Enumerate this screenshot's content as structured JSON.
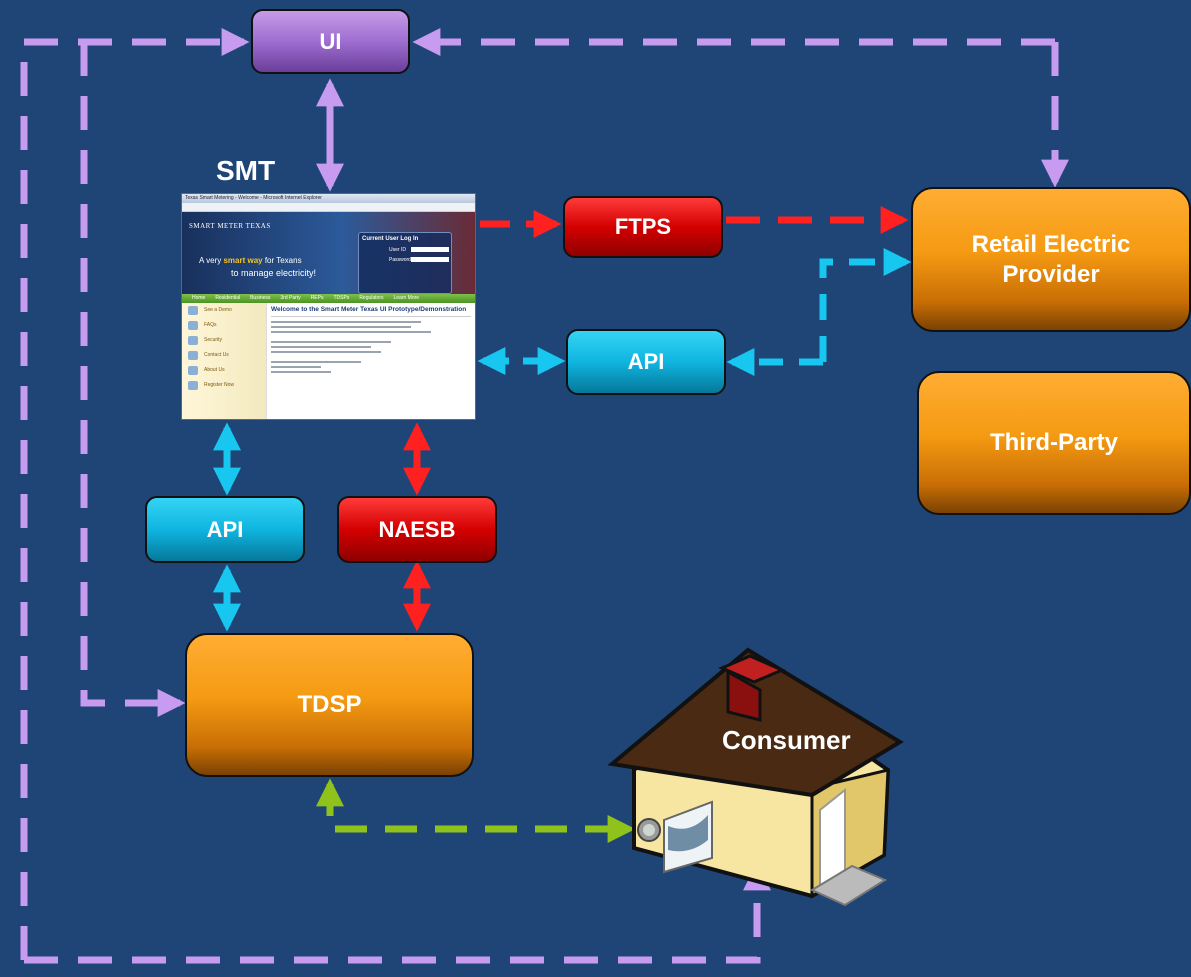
{
  "nodes": {
    "ui": "UI",
    "smt": "SMT",
    "ftps": "FTPS",
    "api_right": "API",
    "api_left": "API",
    "naesb": "NAESB",
    "rep": "Retail Electric Provider",
    "third_party": "Third-Party",
    "tdsp": "TDSP",
    "consumer": "Consumer"
  },
  "smt_screenshot": {
    "window_title": "Texas Smart Metering - Welcome - Microsoft Internet Explorer",
    "brand": "SMART METER TEXAS",
    "tagline_1": "A very ",
    "tagline_highlight": "smart way",
    "tagline_2": " for Texans",
    "tagline_3": "to manage electricity!",
    "login_title": "Current User Log In",
    "login_user": "User ID",
    "login_password": "Password",
    "nav": [
      "Home",
      "Residential",
      "Business",
      "3rd Party",
      "REPs",
      "TDSPs",
      "Regulators",
      "Learn More"
    ],
    "side": [
      "See a Demo",
      "FAQs",
      "Security",
      "Contact Us",
      "About Us",
      "Register Now"
    ],
    "heading": "Welcome to the Smart Meter Texas UI Prototype/Demonstration"
  },
  "colors": {
    "background": "#1f4577",
    "purple_link": "#c79bf0",
    "red_link": "#ff2020",
    "cyan_link": "#17c7ef",
    "green_link": "#8fc21a"
  }
}
